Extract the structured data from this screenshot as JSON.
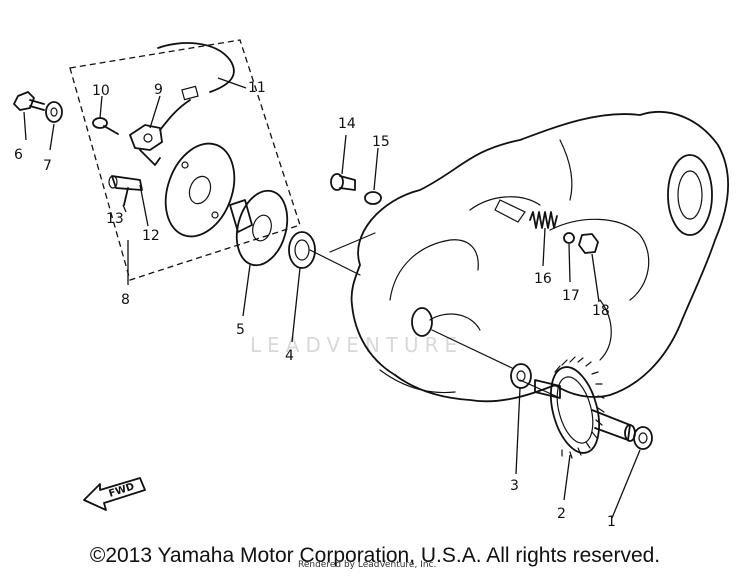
{
  "watermark": "LEADVENTURE",
  "fwd_label": "FWD",
  "copyright": "©2013 Yamaha Motor Corporation, U.S.A. All rights reserved.",
  "rendered_by": "Rendered by LeadVenture, Inc.",
  "callouts": [
    "1",
    "2",
    "3",
    "4",
    "5",
    "6",
    "7",
    "8",
    "9",
    "10",
    "11",
    "12",
    "13",
    "14",
    "15",
    "16",
    "17",
    "18"
  ]
}
